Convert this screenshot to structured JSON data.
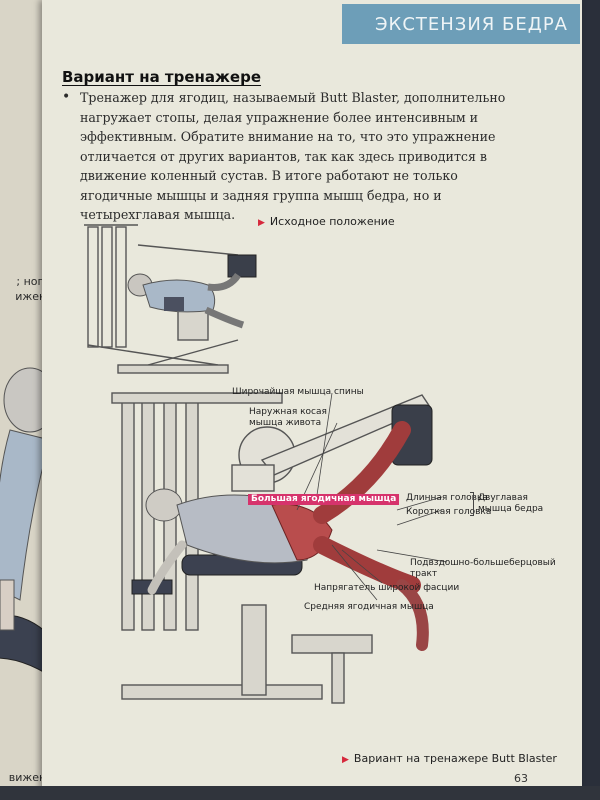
{
  "header": {
    "title": "ЭКСТЕНЗИЯ БЕДРА"
  },
  "section": {
    "title": "Вариант на тренажере",
    "paragraph": "Тренажер для ягодиц, называемый Butt Blaster, дополнительно нагружает стопы, делая упражнение более интенсивным и эффективным. Обратите внимание на то, что это упражнение отличается от других вариантов, так как здесь приводится в движение коленный сустав. В итоге работают не только ягодичные мышцы и задняя группа мышц бедра, но и четырехглавая мышца."
  },
  "captions": {
    "start_position": "Исходное положение",
    "variant": "Вариант на тренажере Butt Blaster"
  },
  "muscle_labels": {
    "latissimus": "Широчайшая мышца спины",
    "external_oblique_1": "Наружная косая",
    "external_oblique_2": "мышца живота",
    "gluteus_maximus": "Большая ягодичная мышца",
    "long_head": "Длинная головка",
    "short_head": "Короткая головка",
    "biceps_femoris_1": "Двуглавая",
    "biceps_femoris_2": "мышца бедра",
    "it_tract_1": "Подвздошно-большеберцовый",
    "it_tract_2": "тракт",
    "tfl": "Напрягатель широкой фасции",
    "gluteus_medius": "Средняя ягодичная мышца"
  },
  "left_page": {
    "fragment_1": "; нога в",
    "fragment_2": "ижения",
    "fragment_3": "вижения"
  },
  "page_number": "63",
  "colors": {
    "header_bar": "#6d9eb8",
    "accent_red": "#d6283c",
    "highlight_pink": "#d6336c",
    "paper": "#e9e8dc"
  }
}
